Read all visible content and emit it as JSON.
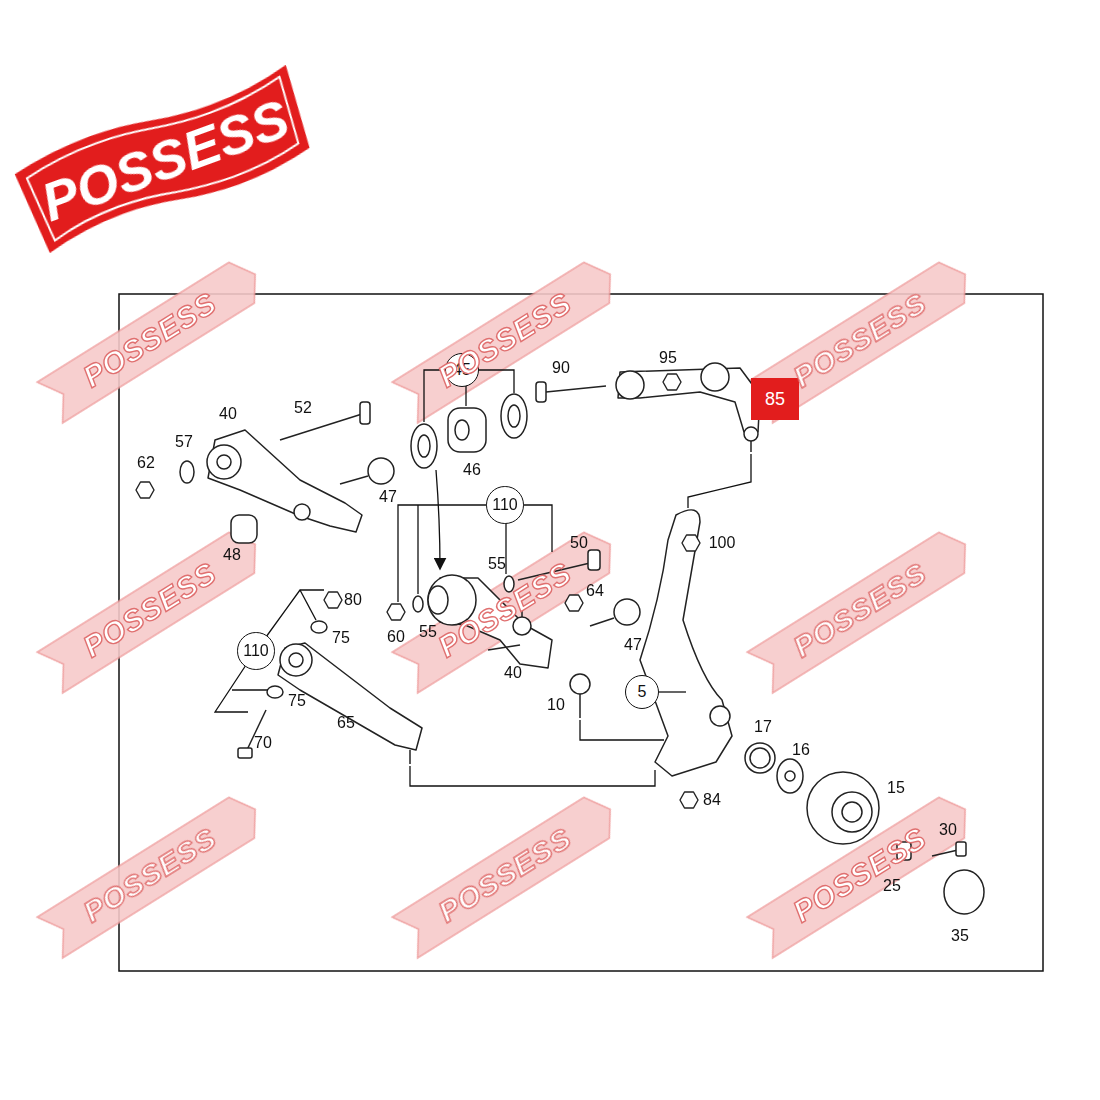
{
  "diagram": {
    "nodes": [
      {
        "text": [
          "POSSESS"
        ]
      },
      {
        "text": [
          "45"
        ]
      },
      {
        "text": [
          "110"
        ]
      },
      {
        "text": [
          "110"
        ]
      },
      {
        "text": [
          "5"
        ]
      },
      {
        "text": [
          "85"
        ]
      }
    ],
    "labels": [
      "POSSESS",
      "POSSESS",
      "POSSESS",
      "POSSESS",
      "POSSESS",
      "POSSESS",
      "POSSESS",
      "POSSESS",
      "POSSESS",
      "90",
      "95",
      "40",
      "52",
      "57",
      "62",
      "47",
      "46",
      "48",
      "50",
      "55",
      "64",
      "60",
      "55",
      "47",
      "100",
      "80",
      "75",
      "75",
      "70",
      "65",
      "40",
      "10",
      "17",
      "16",
      "15",
      "84",
      "30",
      "25",
      "35"
    ]
  }
}
